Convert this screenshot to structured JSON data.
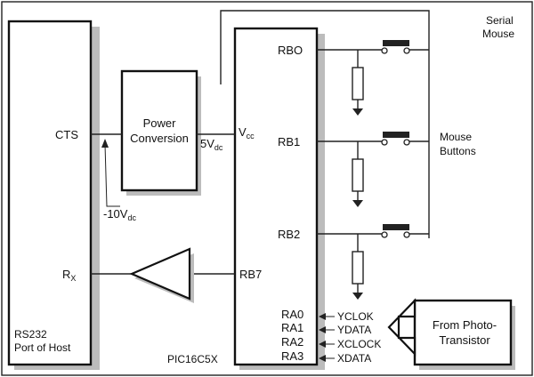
{
  "blocks": {
    "host": "RS232\nPort of Host",
    "power": "Power\nConversion",
    "pic": "PIC16C5X",
    "phototransistor": "From Photo-\nTransistor"
  },
  "host_pins": {
    "cts": "CTS",
    "rx": "R",
    "rx_sub": "X"
  },
  "voltages": {
    "neg10": "-10V",
    "neg10_sub": "dc",
    "pos5": "5V",
    "pos5_sub": "dc",
    "vcc": "V",
    "vcc_sub": "cc"
  },
  "pic_pins": {
    "rb0": "RBO",
    "rb1": "RB1",
    "rb2": "RB2",
    "rb7": "RB7",
    "ra0": "RA0",
    "ra1": "RA1",
    "ra2": "RA2",
    "ra3": "RA3"
  },
  "signals": {
    "yclok": "YCLOK",
    "ydata": "YDATA",
    "xclock": "XCLOCK",
    "xdata": "XDATA"
  },
  "side_labels": {
    "serial_mouse": "Serial\nMouse",
    "mouse_buttons": "Mouse\nButtons"
  },
  "colors": {
    "ink": "#111111",
    "shadow": "#bcbcbc",
    "paper": "#ffffff"
  }
}
